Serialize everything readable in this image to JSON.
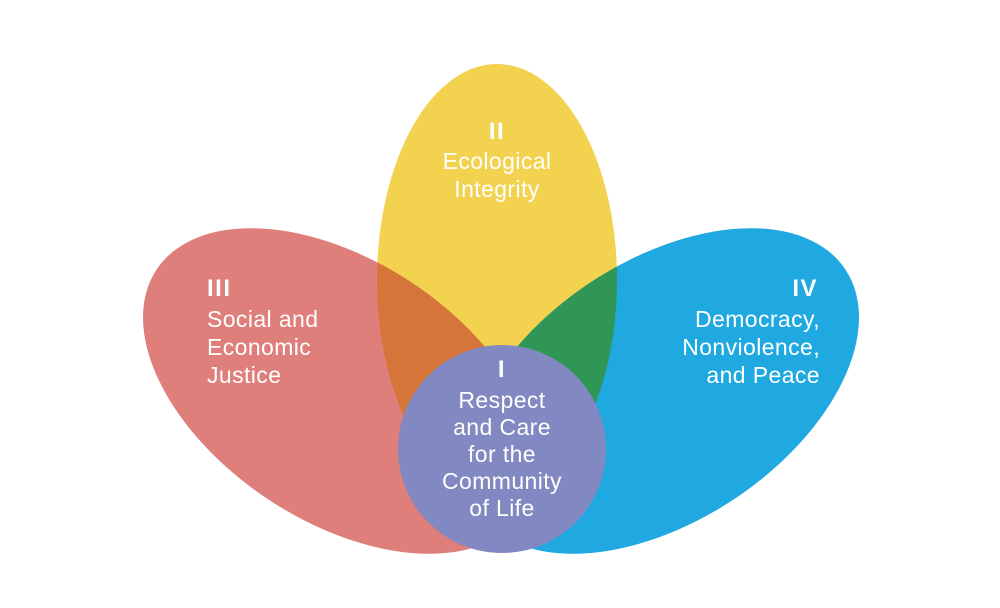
{
  "colors": {
    "background": "#ffffff",
    "yellow": "#F2D24F",
    "red": "#DE7F7B",
    "blue": "#20A9E0",
    "orange": "#D6753A",
    "green": "#2F9656",
    "purple": "#8288C1",
    "text": "#FFFFFF"
  },
  "sections": {
    "respect": {
      "numeral": "I",
      "lines": [
        "Respect",
        "and Care",
        "for the",
        "Community",
        "of Life"
      ]
    },
    "ecological": {
      "numeral": "II",
      "lines": [
        "Ecological",
        "Integrity"
      ]
    },
    "social": {
      "numeral": "III",
      "lines": [
        "Social and",
        "Economic",
        "Justice"
      ]
    },
    "democracy": {
      "numeral": "IV",
      "lines": [
        "Democracy,",
        "Nonviolence,",
        "and Peace"
      ]
    }
  }
}
